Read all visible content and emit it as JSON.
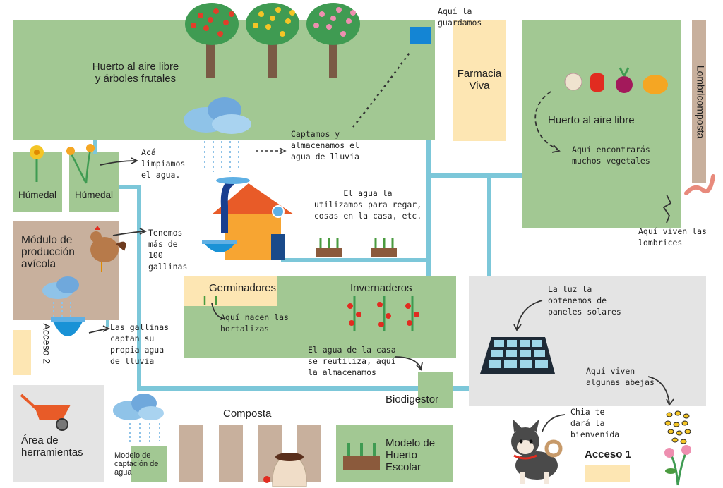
{
  "areas": {
    "orchard": "Huerto al aire libre\ny árboles frutales",
    "pharmacy": "Farmacia\nViva",
    "garden_right": "Huerto al aire libre",
    "vermicompost": "Lombricomposta",
    "wetland_1": "Húmedal",
    "wetland_2": "Húmedal",
    "poultry": "Módulo de\nproducción\navícola",
    "access_2": "Acceso 2",
    "germinators": "Germinadores",
    "greenhouses": "Invernaderos",
    "biodigester": "Biodigestor",
    "tools": "Área de\nherramientas",
    "water_capture": "Modelo de\ncaptación de\nagua",
    "compost": "Composta",
    "school_garden": "Modelo de\nHuerto\nEscolar",
    "access_1": "Acceso 1"
  },
  "notes": {
    "stored_here": "Aquí la\nguardamos",
    "rain_capture": "Captamos y\nalmacenamos el\nagua de lluvia",
    "clean_water": "Acá\nlimpiamos\nel agua.",
    "water_use": "El agua la\nutilizamos para regar,\ncosas en la casa, etc.",
    "hens": "Tenemos\nmás de\n100\ngallinas",
    "hens_water": "Las gallinas\ncaptan su\npropia agua\nde lluvia",
    "vegetables": "Aquí encontrarás\nmuchos vegetales",
    "worms": "Aquí viven las\nlombrices",
    "sprouts": "Aquí nacen las\nhortalizas",
    "reuse": "El agua de la casa\nse reutiliza, aquí\nla almacenamos",
    "solar": "La luz la\nobtenemos de\npaneles solares",
    "bees": "Aquí viven\nalgunas abejas",
    "dog": "Chia te\ndará la\nbienvenida"
  },
  "colors": {
    "area_green": "#a2c893",
    "sand": "#fde6b3",
    "compost_brown": "#c8b09d",
    "panel_grey": "#e4e4e4",
    "pipe_blue": "#7cc7d9",
    "tank_blue": "#0a8fd6"
  }
}
